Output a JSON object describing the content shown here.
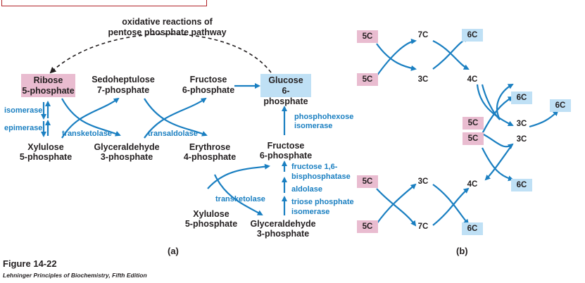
{
  "diagram_a": {
    "panel_label": "(a)",
    "top_label_line1": "oxidative reactions of",
    "top_label_line2": "pentose phosphate pathway",
    "ribose": [
      "Ribose",
      "5-phosphate"
    ],
    "sedoheptulose": [
      "Sedoheptulose",
      "7-phosphate"
    ],
    "fructose_top": [
      "Fructose",
      "6-phosphate"
    ],
    "glucose": [
      "Glucose",
      "6-phosphate"
    ],
    "xylulose_left": [
      "Xylulose",
      "5-phosphate"
    ],
    "glyceraldehyde_mid": [
      "Glyceraldehyde",
      "3-phosphate"
    ],
    "erythrose": [
      "Erythrose",
      "4-phosphate"
    ],
    "fructose_mid": [
      "Fructose",
      "6-phosphate"
    ],
    "xylulose_bottom": [
      "Xylulose",
      "5-phosphate"
    ],
    "glyceraldehyde_bottom": [
      "Glyceraldehyde",
      "3-phosphate"
    ],
    "enzymes": {
      "isomerase": "isomerase",
      "epimerase": "epimerase",
      "transketolase_1": "transketolase",
      "transaldolase": "transaldolase",
      "phosphohexose_1": "phosphohexose",
      "phosphohexose_2": "isomerase",
      "fbpase_1": "fructose 1,6-",
      "fbpase_2": "bisphosphatase",
      "aldolase": "aldolase",
      "tpi_1": "triose phosphate",
      "tpi_2": "isomerase",
      "transketolase_2": "transketolase"
    }
  },
  "diagram_b": {
    "panel_label": "(b)",
    "molecules": {
      "m5c_1": "5C",
      "m7c_1": "7C",
      "m6c_1": "6C",
      "m5c_2": "5C",
      "m3c_1": "3C",
      "m4c_1": "4C",
      "m6c_2": "6C",
      "m6c_3": "6C",
      "m5c_3": "5C",
      "m3c_2": "3C",
      "m5c_4": "5C",
      "m3c_3": "3C",
      "m5c_5": "5C",
      "m3c_4": "3C",
      "m4c_2": "4C",
      "m6c_4": "6C",
      "m5c_6": "5C",
      "m7c_2": "7C",
      "m6c_5": "6C"
    }
  },
  "caption": {
    "figure": "Figure 14-22",
    "source": "Lehninger Principles of Biochemistry, Fifth Edition"
  }
}
